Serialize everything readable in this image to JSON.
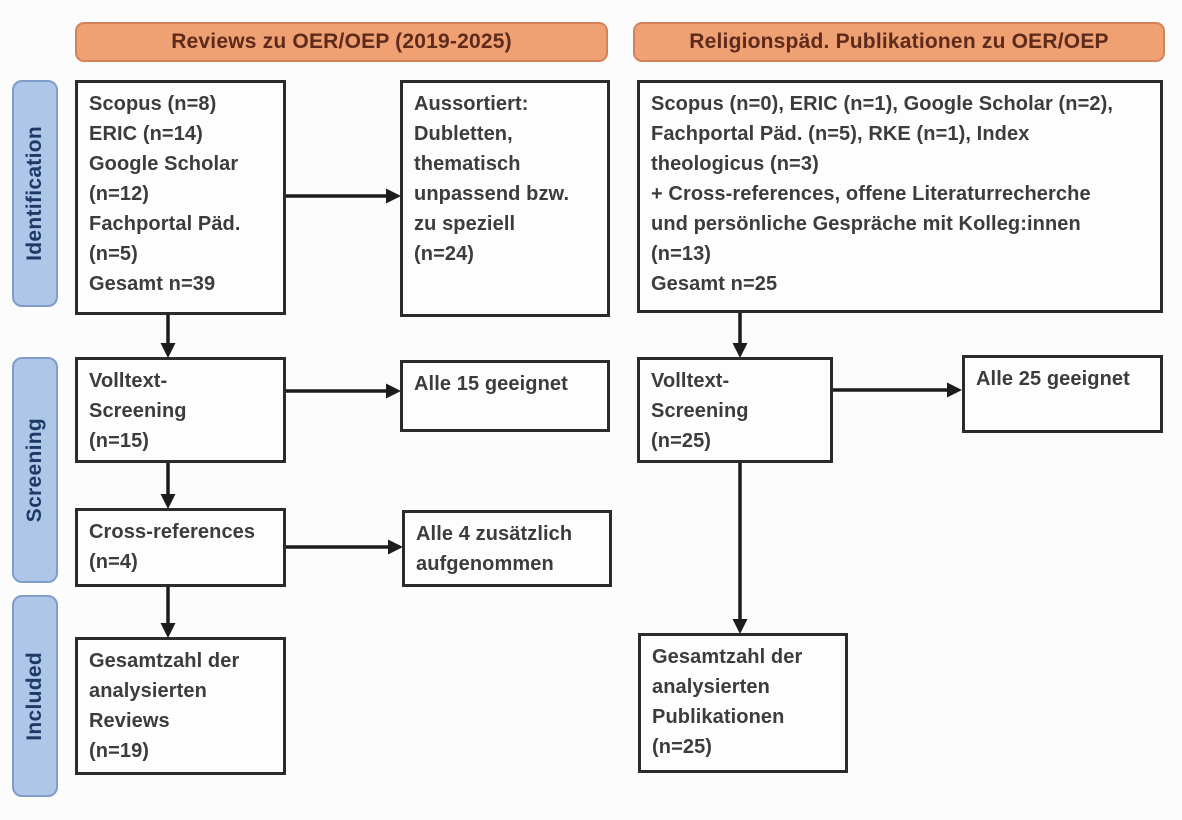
{
  "headers": {
    "left": "Reviews zu OER/OEP (2019-2025)",
    "right": "Religionspäd. Publikationen zu OER/OEP"
  },
  "stages": {
    "identification": "Identification",
    "screening": "Screening",
    "included": "Included"
  },
  "left_flow": {
    "identification_sources": "Scopus (n=8)\nERIC (n=14)\nGoogle Scholar\n(n=12)\nFachportal Päd.\n(n=5)\nGesamt n=39",
    "excluded": "Aussortiert:\nDubletten,\nthematisch\nunpassend bzw.\nzu speziell\n(n=24)",
    "fulltext_screening": "Volltext-\nScreening\n(n=15)",
    "fulltext_result": "Alle 15 geeignet",
    "cross_references": "Cross-references\n(n=4)",
    "cross_references_result": "Alle 4 zusätzlich\naufgenommen",
    "included_total": "Gesamtzahl der\nanalysierten\nReviews\n(n=19)"
  },
  "right_flow": {
    "identification_sources": "Scopus (n=0), ERIC (n=1), Google Scholar (n=2),\nFachportal Päd. (n=5), RKE (n=1), Index\ntheologicus (n=3)\n+ Cross-references, offene Literaturrecherche\nund persönliche Gespräche mit Kolleg:innen\n(n=13)\nGesamt n=25",
    "fulltext_screening": "Volltext-\nScreening\n(n=25)",
    "fulltext_result": "Alle 25 geeignet",
    "included_total": "Gesamtzahl der\nanalysierten\nPublikationen\n(n=25)"
  },
  "colors": {
    "header_fill": "#efa173",
    "header_border": "#d2835a",
    "header_text": "#5e2a1b",
    "stage_fill": "#aec6e8",
    "stage_border": "#7e9dc8",
    "stage_text": "#1d3a66",
    "box_border": "#2b2b2b",
    "box_text": "#3c3c3c",
    "arrow": "#1c1c1c",
    "background": "#fcfcfc"
  }
}
